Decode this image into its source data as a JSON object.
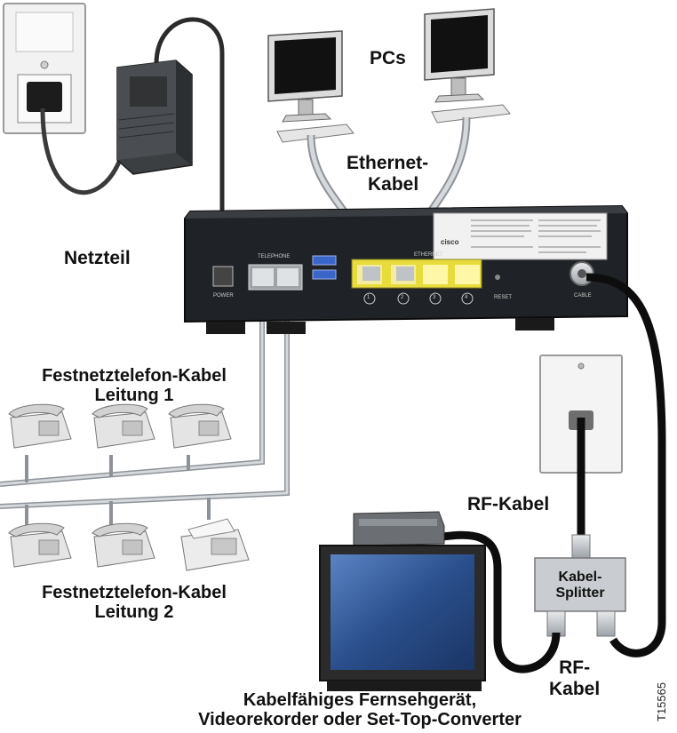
{
  "labels": {
    "pcs": "PCs",
    "ethernet_line1": "Ethernet-",
    "ethernet_line2": "Kabel",
    "netzteil": "Netzteil",
    "phone1_line1": "Festnetztelefon-Kabel",
    "phone1_line2": "Leitung 1",
    "phone2_line1": "Festnetztelefon-Kabel",
    "phone2_line2": "Leitung 2",
    "rf_kabel_top": "RF-Kabel",
    "splitter_line1": "Kabel-",
    "splitter_line2": "Splitter",
    "rf_bottom_line1": "RF-",
    "rf_bottom_line2": "Kabel",
    "tv_line1": "Kabelfähiges Fernsehgerät,",
    "tv_line2": "Videorekorder oder Set-Top-Converter",
    "figure_id": "T15565"
  },
  "modem_ports": {
    "power": "POWER",
    "telephone": "TELEPHONE",
    "ethernet": "ETHERNET",
    "reset": "RESET",
    "cable": "CABLE",
    "brand": "cisco",
    "port_numbers": [
      "1",
      "2",
      "3",
      "4"
    ]
  },
  "colors": {
    "modem_body": "#1f2226",
    "ethernet_ports": "#e7dc3c",
    "cables_gray": "#c8ccd0",
    "coax_black": "#0d0d0d",
    "tv_screen": "#2a4f8c"
  }
}
